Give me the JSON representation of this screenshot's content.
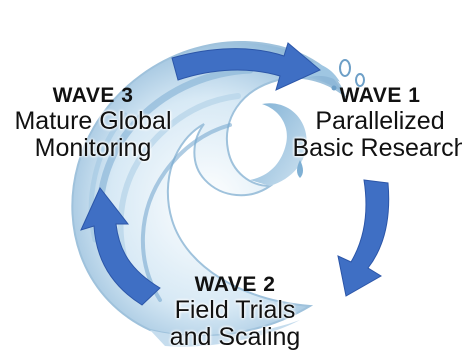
{
  "waves": [
    {
      "id": "wave1",
      "title": "WAVE 1",
      "lines": [
        "Parallelized",
        "Basic Research"
      ]
    },
    {
      "id": "wave2",
      "title": "WAVE 2",
      "lines": [
        "Field Trials",
        "and Scaling"
      ]
    },
    {
      "id": "wave3",
      "title": "WAVE 3",
      "lines": [
        "Mature Global",
        "Monitoring"
      ]
    }
  ],
  "colors": {
    "arrow": "#3f6fc4",
    "arrow_edge": "#2c56a8",
    "wave_dark": "#6d9fc7",
    "wave_mid": "#a9cbe3",
    "wave_light": "#deedf7",
    "text": "#111111"
  },
  "icons": [
    "cycle-arrow-icon",
    "ocean-wave-icon"
  ]
}
